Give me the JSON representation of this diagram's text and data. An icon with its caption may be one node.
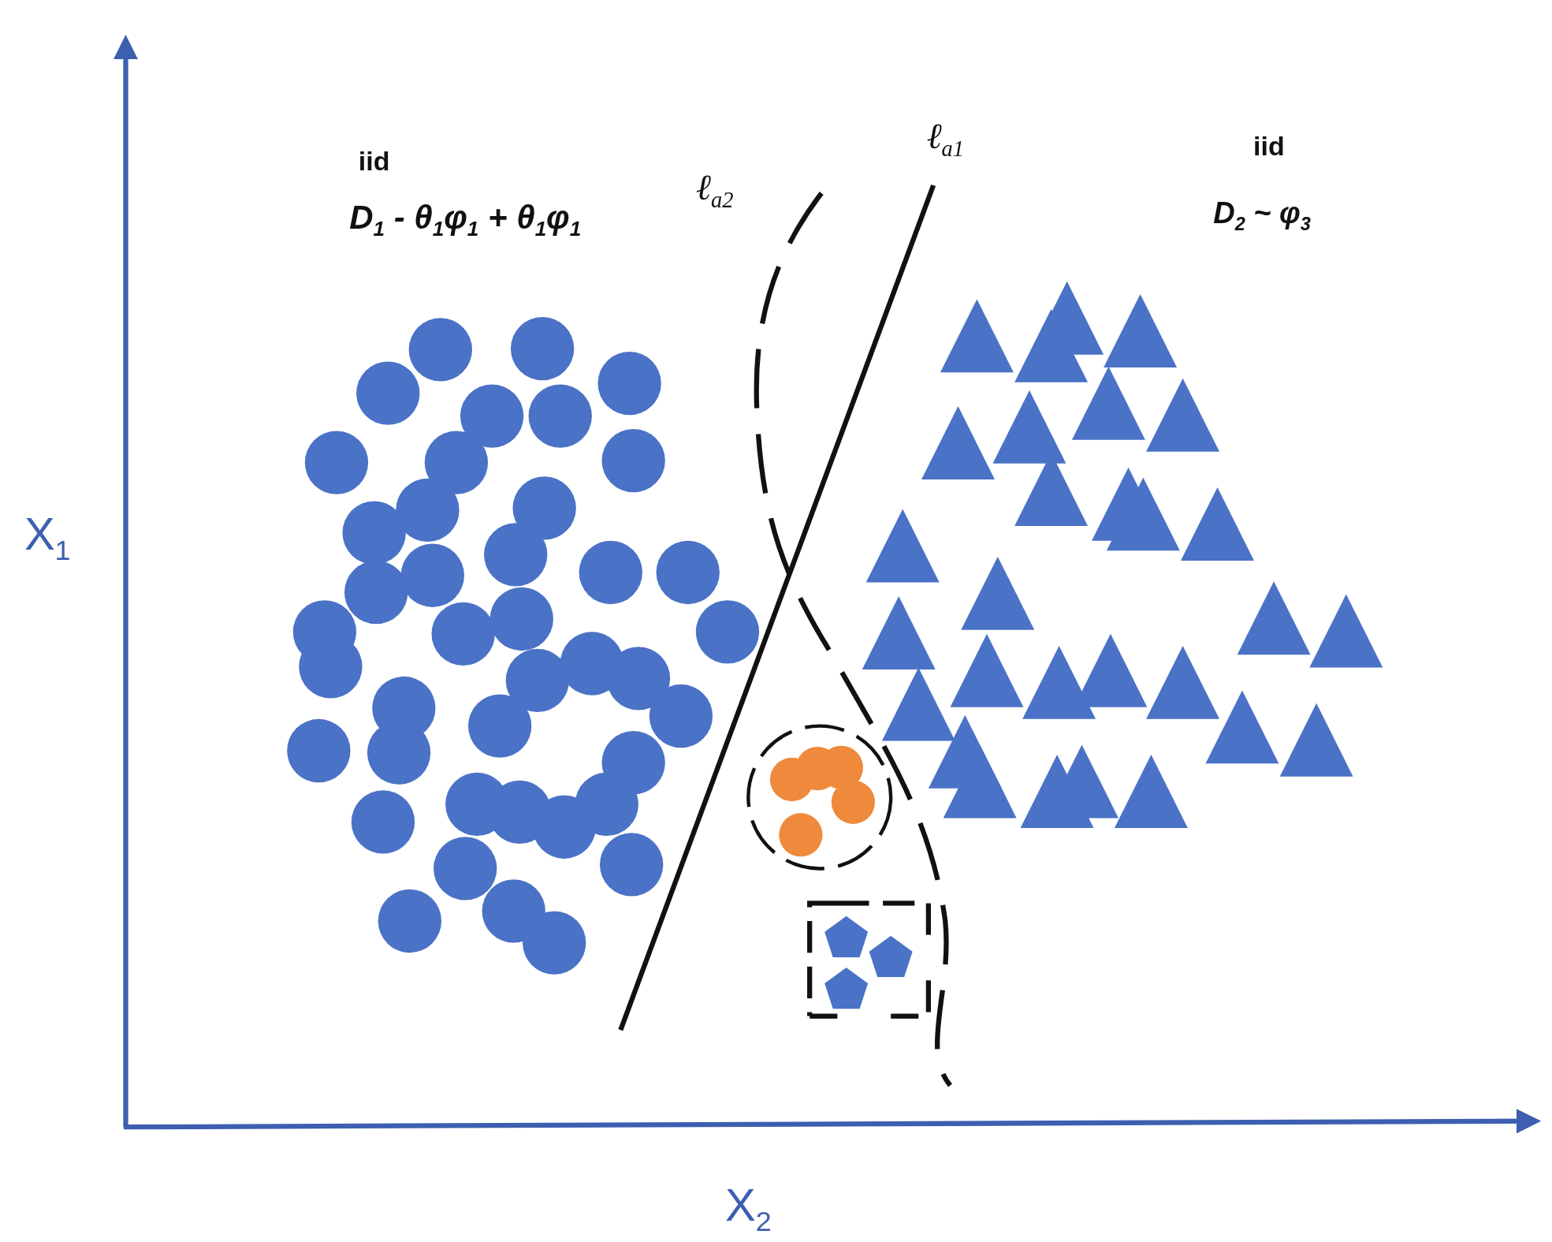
{
  "diagram": {
    "labels": [
      "ℓ$_{a1}$",
      "iid",
      "iid",
      "ℓ$_{a2}$",
      "D$_{1}$ - θ$_{1}$φ$_{1}$ + θ$_{1}$φ$_{1}$",
      "D$_{2}$  ~  φ$_{3}$",
      "X$_{1}$",
      "X$_{2}$"
    ]
  }
}
